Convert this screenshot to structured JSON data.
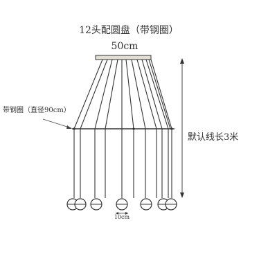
{
  "title": "12头配圆盘（带钢圈）",
  "top_width_label": "50cm",
  "ring_label": "带钢圈（直径90cm）",
  "cable_length_label": "默认线长3米",
  "lamp_width_label": "10cm",
  "colors": {
    "line": "#333333",
    "disc_fill": "#e2ddd4",
    "arrow": "#444444",
    "globe_fill": "#ffffff"
  }
}
